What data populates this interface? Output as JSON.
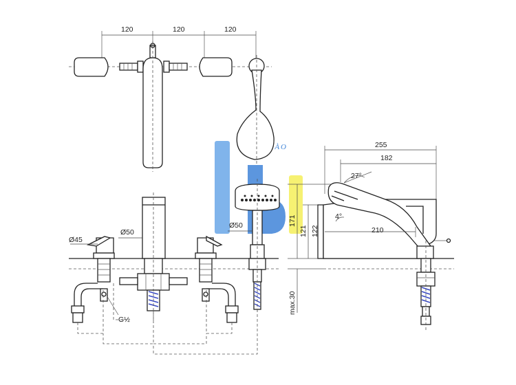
{
  "dimensions": {
    "top_spacing": [
      "120",
      "120",
      "120"
    ],
    "overall_length": "255",
    "spout_length": "182",
    "reach": "210",
    "spout_angle": "27°",
    "tilt_angle": "4°",
    "height_171": "171",
    "height_121": "121",
    "height_122": "122",
    "max_deck": "max.30",
    "handle_diameter": "Ø45",
    "spout_diameter": "Ø50",
    "shower_diameter": "Ø50",
    "thread": "G½"
  },
  "watermark": {
    "text": "LA HÀO",
    "colors": {
      "blue": "#1f6fd1",
      "yellow": "#f5ef5a"
    }
  }
}
